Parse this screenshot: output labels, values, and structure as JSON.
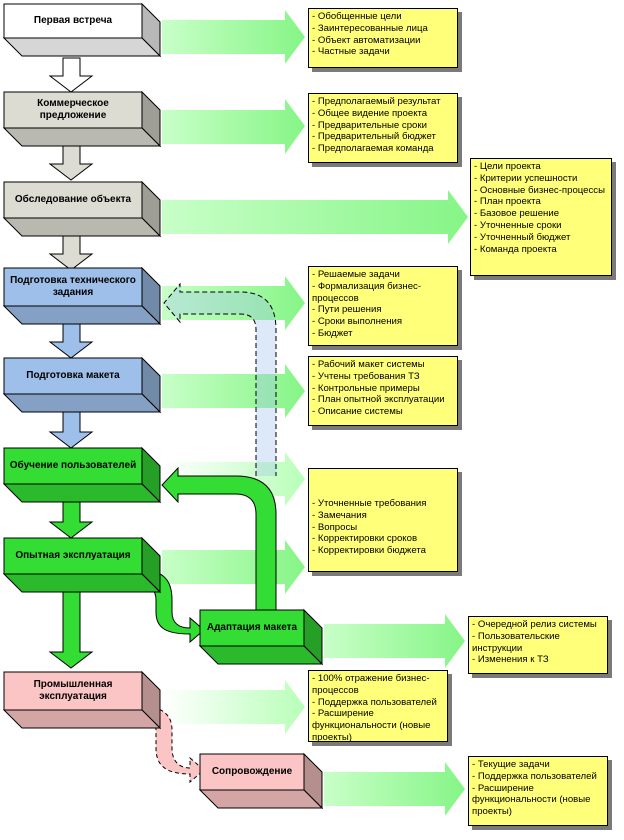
{
  "colors": {
    "white": "#ffffff",
    "grey": "#dcdcd2",
    "blue": "#9dbfea",
    "green": "#33dd33",
    "pink": "#fbc5c5",
    "note": "#ffff7a",
    "arrow_green": "#a8ffa8"
  },
  "stages": [
    {
      "label": "Первая встреча"
    },
    {
      "label": "Коммерческое предложение"
    },
    {
      "label": "Обследование объекта"
    },
    {
      "label": "Подготовка технического задания"
    },
    {
      "label": "Подготовка макета"
    },
    {
      "label": "Обучение пользователей"
    },
    {
      "label": "Опытная эксплуатация"
    },
    {
      "label": "Адаптация макета"
    },
    {
      "label": "Промышленная эксплуатация"
    },
    {
      "label": "Сопровождение"
    }
  ],
  "notes": [
    {
      "items": [
        "- Обобщенные цели",
        "- Заинтересованные лица",
        "- Объект автоматизации",
        "- Частные задачи"
      ]
    },
    {
      "items": [
        "- Предполагаемый результат",
        "- Общее видение проекта",
        "- Предварительные сроки",
        "- Предварительный бюджет",
        "- Предполагаемая команда"
      ]
    },
    {
      "items": [
        "- Цели проекта",
        "- Критерии успешности",
        "- Основные бизнес-процессы",
        "- План проекта",
        "- Базовое решение",
        "- Уточненные сроки",
        "- Уточненный бюджет",
        "- Команда проекта"
      ]
    },
    {
      "items": [
        "- Решаемые задачи",
        "- Формализация бизнес-процессов",
        "- Пути решения",
        "- Сроки выполнения",
        "- Бюджет"
      ]
    },
    {
      "items": [
        "- Рабочий макет системы",
        "- Учтены требования ТЗ",
        "- Контрольные примеры",
        "- План опытной эксплуатации",
        "- Описание системы"
      ]
    },
    {
      "items": [
        "- Уточненные требования",
        "- Замечания",
        "- Вопросы",
        "- Корректировки сроков",
        "- Корректировки бюджета"
      ]
    },
    {
      "items": [
        "- Очередной релиз системы",
        "- Пользовательские инструкции",
        "- Изменения к ТЗ"
      ]
    },
    {
      "items": [
        "- 100% отражение бизнес-процессов",
        "- Поддержка пользователей",
        "- Расширение функциональности (новые проекты)"
      ]
    },
    {
      "items": [
        "- Текущие задачи",
        "- Поддержка пользователей",
        "- Расширение функциональности (новые проекты)"
      ]
    }
  ]
}
